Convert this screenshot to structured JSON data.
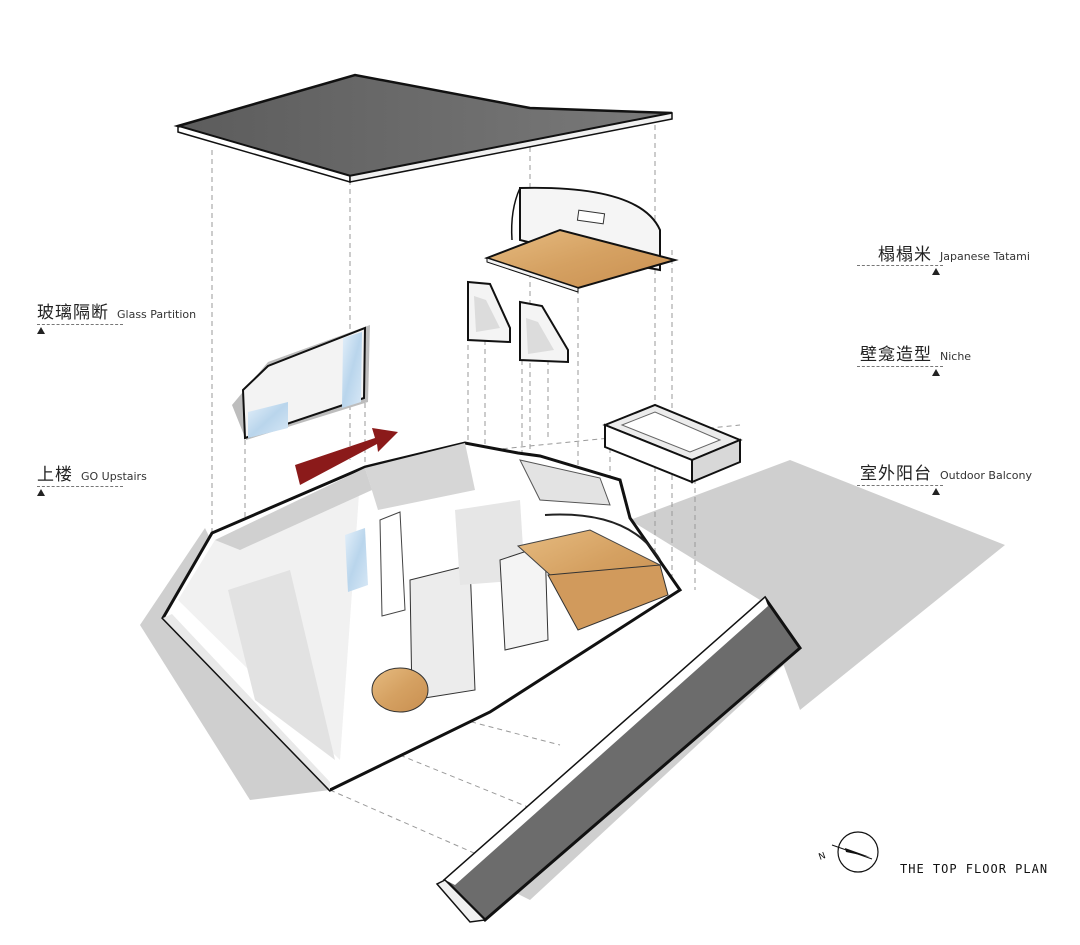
{
  "labels": {
    "glass_partition": {
      "zh": "玻璃隔断",
      "en": "Glass Partition"
    },
    "go_upstairs": {
      "zh": "上楼",
      "en": "GO Upstairs"
    },
    "japanese_tatami": {
      "zh": "榻榻米",
      "en": "Japanese Tatami"
    },
    "niche": {
      "zh": "壁龛造型",
      "en": "Niche"
    },
    "outdoor_balcony": {
      "zh": "室外阳台",
      "en": "Outdoor Balcony"
    }
  },
  "plan_title": "THE TOP FLOOR PLAN",
  "compass": {
    "letter": "N"
  },
  "colors": {
    "roof": "#6a6a6a",
    "wall_white": "#f4f4f4",
    "shadow": "#c9c9c9",
    "tatami_wood": "#d9a766",
    "arrow_red": "#8b1a1a",
    "glass_blue": "#bcd8ee"
  }
}
